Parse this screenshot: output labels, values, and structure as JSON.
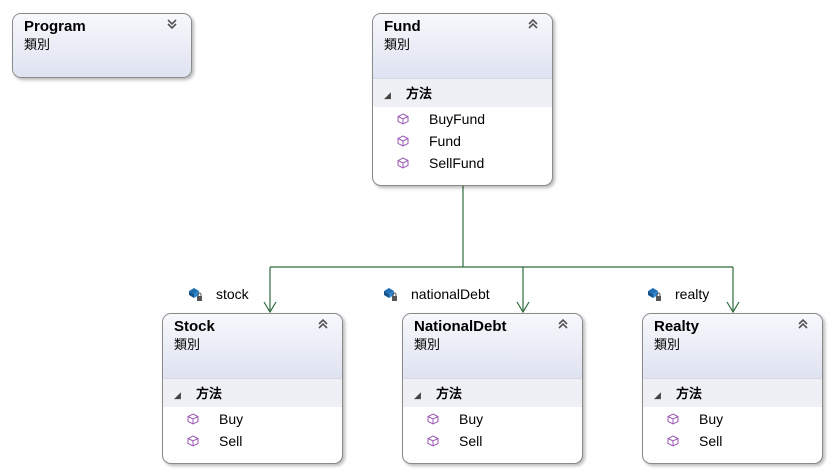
{
  "shapes": {
    "program": {
      "title": "Program",
      "kind": "類別"
    },
    "fund": {
      "title": "Fund",
      "kind": "類別",
      "section": "方法",
      "methods": [
        "BuyFund",
        "Fund",
        "SellFund"
      ]
    },
    "stock": {
      "title": "Stock",
      "kind": "類別",
      "section": "方法",
      "methods": [
        "Buy",
        "Sell"
      ]
    },
    "nationaldebt": {
      "title": "NationalDebt",
      "kind": "類別",
      "section": "方法",
      "methods": [
        "Buy",
        "Sell"
      ]
    },
    "realty": {
      "title": "Realty",
      "kind": "類別",
      "section": "方法",
      "methods": [
        "Buy",
        "Sell"
      ]
    }
  },
  "associations": {
    "stock": "stock",
    "nationaldebt": "nationalDebt",
    "realty": "realty"
  },
  "colors": {
    "connector": "#2e6b3c",
    "method_icon": "#9b59b6",
    "field_icon": "#1f6fb2"
  }
}
